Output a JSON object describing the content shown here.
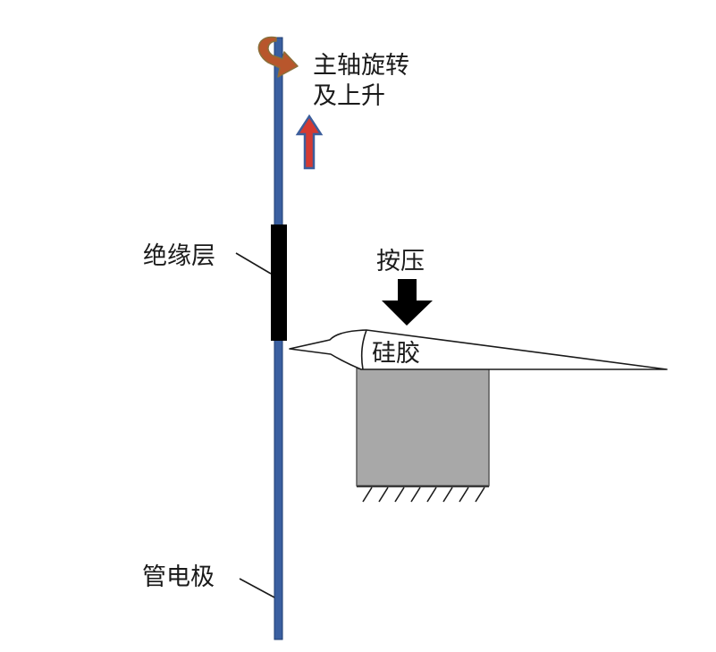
{
  "labels": {
    "rotation_line1": "主轴旋转",
    "rotation_line2": "及上升",
    "insulation": "绝缘层",
    "press": "按压",
    "silicone": "硅胶",
    "tube_electrode": "管电极"
  },
  "colors": {
    "electrode": "#3a5fa0",
    "electrode_edge": "#1f3c70",
    "insulation": "#000000",
    "rotation_arrow": "#b8562c",
    "rotation_arrow_edge": "#8a6f3a",
    "up_arrow_fill": "#d43a32",
    "up_arrow_edge": "#3c5e9c",
    "press_arrow": "#000000",
    "block_fill": "#a8a8a8",
    "block_edge": "#5a5a5a"
  },
  "icons": {
    "rotation": "curved-rotation-arrow",
    "lift": "up-arrow",
    "press": "down-arrow",
    "ground": "fixed-support-hatching"
  }
}
